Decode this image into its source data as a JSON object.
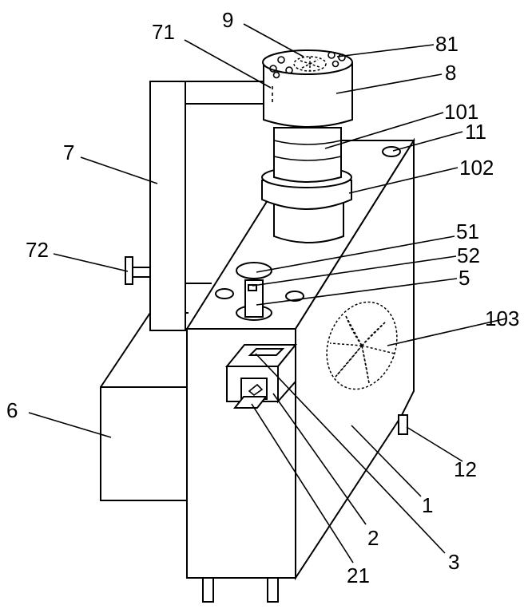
{
  "figure": {
    "labels": [
      {
        "id": "9",
        "text": "9"
      },
      {
        "id": "71",
        "text": "71"
      },
      {
        "id": "81",
        "text": "81"
      },
      {
        "id": "8",
        "text": "8"
      },
      {
        "id": "101",
        "text": "101"
      },
      {
        "id": "7",
        "text": "7"
      },
      {
        "id": "11",
        "text": "11"
      },
      {
        "id": "102",
        "text": "102"
      },
      {
        "id": "51",
        "text": "51"
      },
      {
        "id": "72",
        "text": "72"
      },
      {
        "id": "52",
        "text": "52"
      },
      {
        "id": "5",
        "text": "5"
      },
      {
        "id": "103",
        "text": "103"
      },
      {
        "id": "6",
        "text": "6"
      },
      {
        "id": "12",
        "text": "12"
      },
      {
        "id": "1",
        "text": "1"
      },
      {
        "id": "2",
        "text": "2"
      },
      {
        "id": "3",
        "text": "3"
      },
      {
        "id": "21",
        "text": "21"
      }
    ]
  }
}
